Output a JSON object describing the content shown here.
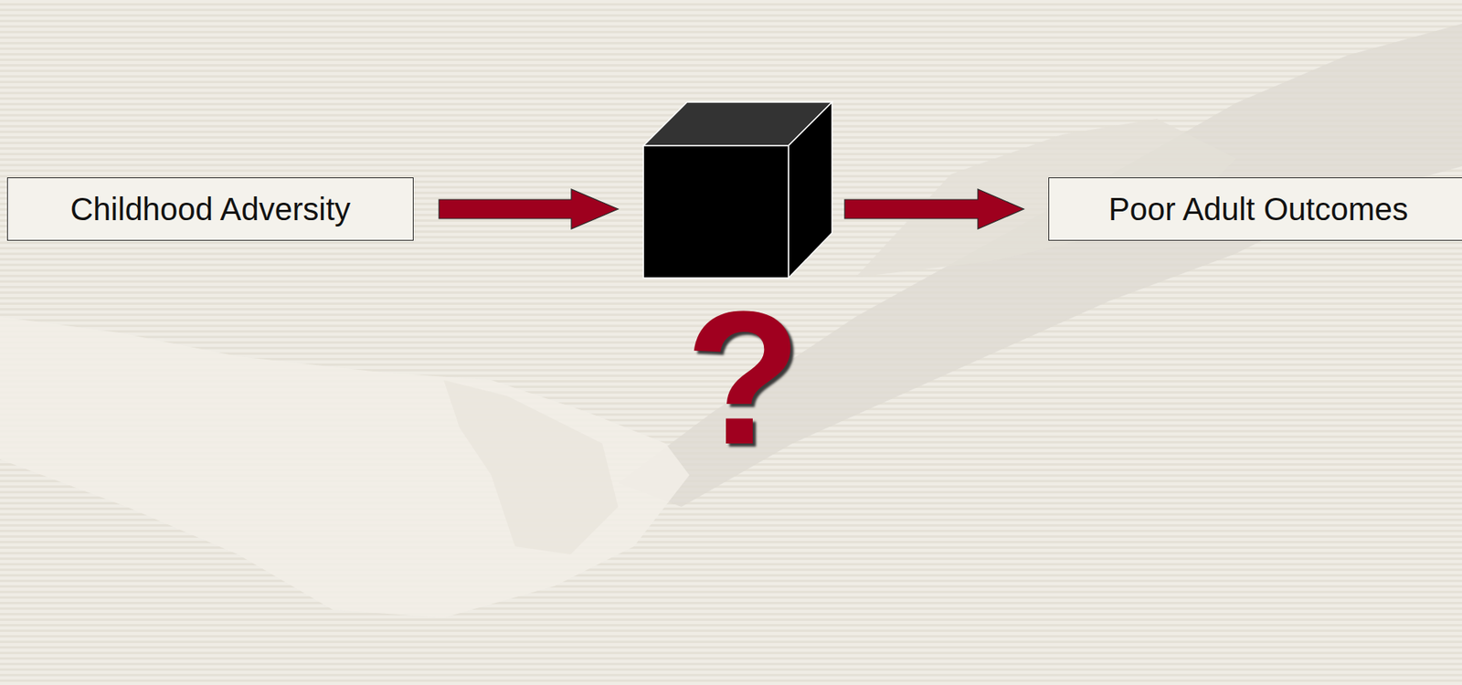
{
  "diagram": {
    "nodes": [
      {
        "text": [
          "Childhood Adversity"
        ]
      },
      {
        "text": [
          "Poor Adult Outcomes"
        ]
      }
    ],
    "labels": [
      "?"
    ]
  }
}
